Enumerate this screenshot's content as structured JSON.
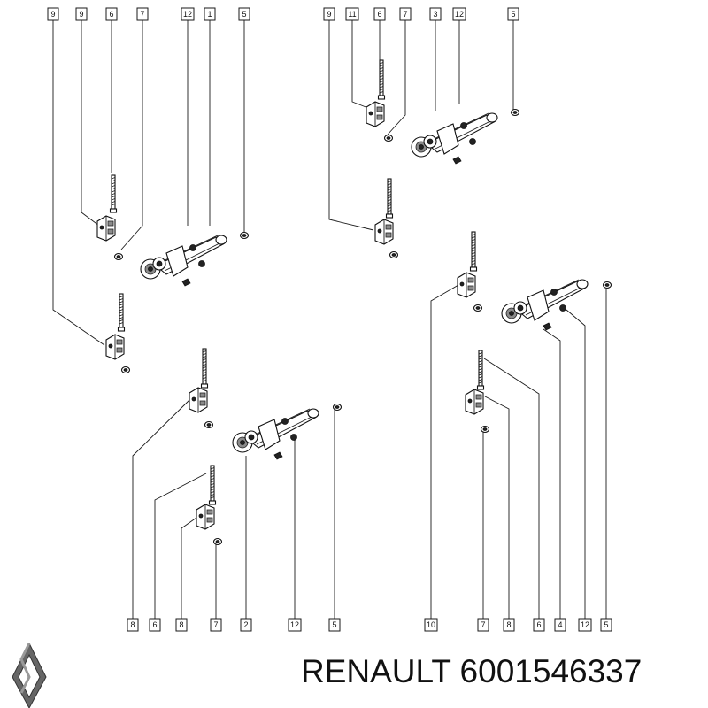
{
  "brand": {
    "text": "RENAULT 6001546337",
    "logo_icon": "renault-diamond-logo"
  },
  "callouts": {
    "top_left": [
      "9",
      "9",
      "6",
      "7",
      "12",
      "1",
      "5"
    ],
    "top_right": [
      "9",
      "11",
      "6",
      "7",
      "3",
      "12",
      "5"
    ],
    "bottom_left": [
      "8",
      "6",
      "8",
      "7",
      "2",
      "12",
      "5"
    ],
    "bottom_right": [
      "10",
      "7",
      "8",
      "6",
      "4",
      "12",
      "5"
    ]
  }
}
